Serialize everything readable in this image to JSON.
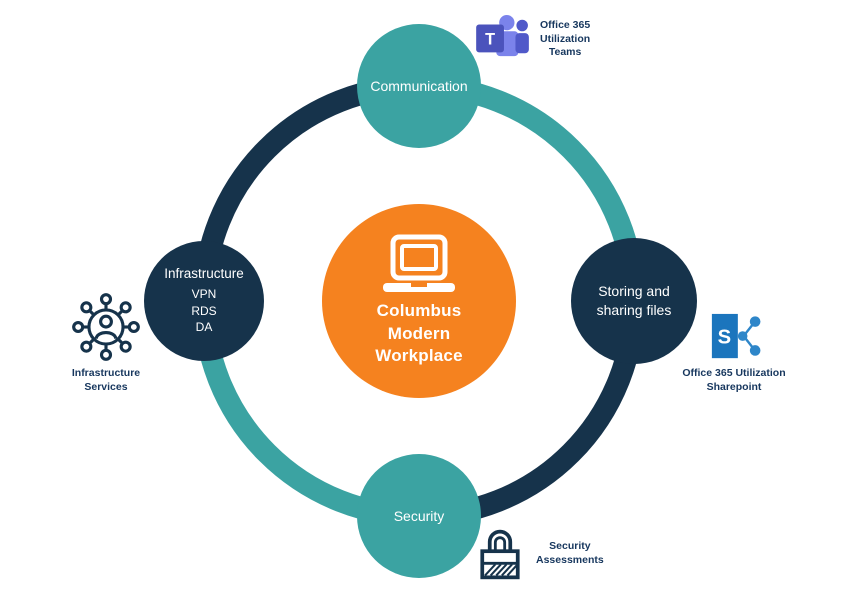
{
  "title": "Columbus Modern Workplace",
  "colors": {
    "teal": "#3BA3A2",
    "navy": "#16334B",
    "orange": "#F5821F",
    "annotation_text": "#17375E",
    "teams_purple_dark": "#4B53BC",
    "teams_purple_light": "#7B83EB",
    "teams_purple_mid": "#5059C9",
    "sharepoint_blue": "#1B75BD",
    "sharepoint_blue_light": "#2E86C9"
  },
  "center": {
    "icon": "laptop-icon",
    "lines": [
      "Columbus",
      "Modern",
      "Workplace"
    ]
  },
  "nodes": {
    "communication": {
      "label": "Communication"
    },
    "storing": {
      "lines": [
        "Storing and",
        "sharing files"
      ]
    },
    "security": {
      "label": "Security"
    },
    "infrastructure": {
      "label": "Infrastructure",
      "items": [
        "VPN",
        "RDS",
        "DA"
      ]
    }
  },
  "annotations": {
    "teams": {
      "icon": "teams-icon",
      "lines": [
        "Office 365",
        "Utilization",
        "Teams"
      ]
    },
    "sharepoint": {
      "icon": "sharepoint-icon",
      "lines": [
        "Office 365 Utilization",
        "Sharepoint"
      ]
    },
    "infrastructure_services": {
      "icon": "network-people-icon",
      "lines": [
        "Infrastructure",
        "Services"
      ]
    },
    "security_assessments": {
      "icon": "padlock-icon",
      "lines": [
        "Security",
        "Assessments"
      ]
    }
  }
}
